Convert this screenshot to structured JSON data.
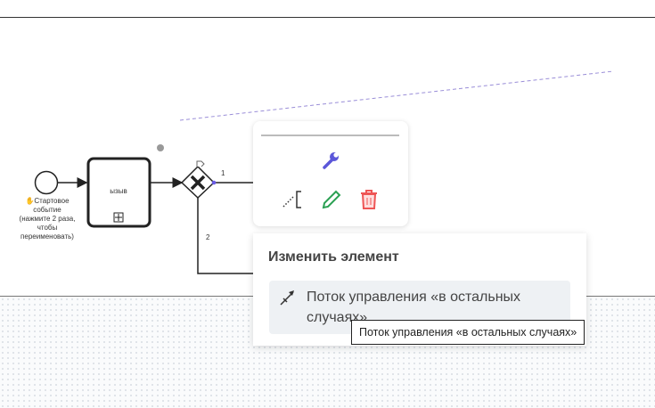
{
  "diagram": {
    "start_event_label": [
      "Стартовое",
      "событие",
      "(нажмите 2 раза,",
      "чтобы",
      "переименовать)"
    ],
    "start_event_icon": "hand-icon",
    "task_label": "ызыв",
    "flow1_label": "1",
    "flow2_label": "2",
    "accent": "#6a5ce6"
  },
  "context_pad": {
    "icons": [
      "wrench-icon",
      "text-annotation-icon",
      "pencil-icon",
      "trash-icon"
    ]
  },
  "replace_menu": {
    "title": "Изменить элемент",
    "entries": [
      {
        "label": "Поток управления «в остальных случаях»",
        "icon": "default-flow-icon"
      }
    ]
  },
  "tooltip": "Поток управления «в остальных случаях»"
}
